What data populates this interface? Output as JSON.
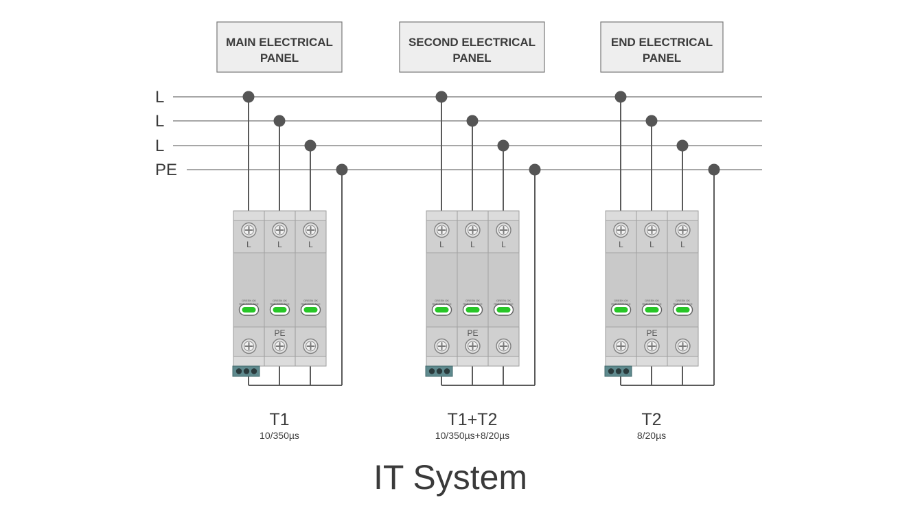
{
  "title": "IT System",
  "buses": [
    {
      "label": "L"
    },
    {
      "label": "L"
    },
    {
      "label": "L"
    },
    {
      "label": "PE"
    }
  ],
  "panels": [
    {
      "name_lines": [
        "MAIN ELECTRICAL",
        "PANEL"
      ],
      "type": "T1",
      "waveform": "10/350µs",
      "pole_labels": [
        "L",
        "L",
        "L"
      ],
      "pe_label": "PE",
      "indicator_text": [
        "GREEN OK",
        "RED REPLACE"
      ],
      "led_color": "#27c627"
    },
    {
      "name_lines": [
        "SECOND ELECTRICAL",
        "PANEL"
      ],
      "type": "T1+T2",
      "waveform": "10/350µs+8/20µs",
      "pole_labels": [
        "L",
        "L",
        "L"
      ],
      "pe_label": "PE",
      "indicator_text": [
        "GREEN OK",
        "RED REPLACE"
      ],
      "led_color": "#27c627"
    },
    {
      "name_lines": [
        "END ELECTRICAL",
        "PANEL"
      ],
      "type": "T2",
      "waveform": "8/20µs",
      "pole_labels": [
        "L",
        "L",
        "L"
      ],
      "pe_label": "PE",
      "indicator_text": [
        "GREEN OK",
        "RED REPLACE"
      ],
      "led_color": "#27c627"
    }
  ],
  "colors": {
    "led_green": "#27c627",
    "remote_contact": "#5f8a8e",
    "node": "#555555"
  }
}
